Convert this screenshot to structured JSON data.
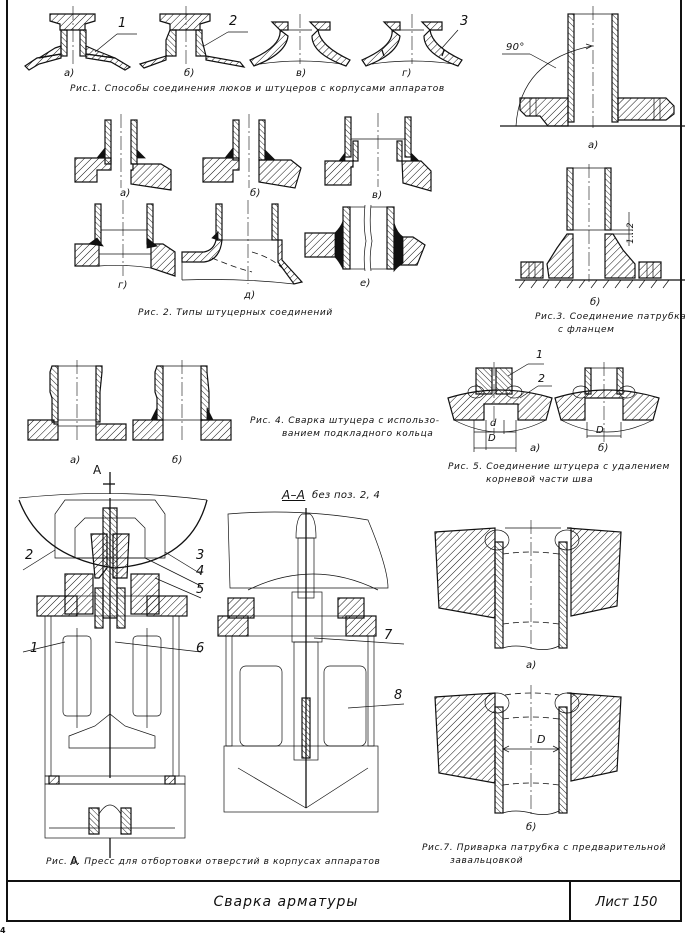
{
  "document": {
    "sheet_title": "Сварка арматуры",
    "sheet_number": "Лист 150",
    "corner_mark": "4"
  },
  "figures": {
    "fig1": {
      "caption": "Рис.1. Способы соединения люков и штуцеров с корпусами аппаратов",
      "subfigures": [
        "а)",
        "б)",
        "в)",
        "г)"
      ],
      "callouts": [
        "1",
        "2",
        "3"
      ]
    },
    "fig2": {
      "caption": "Рис. 2. Типы штуцерных соединений",
      "subfigures": [
        "а)",
        "б)",
        "в)",
        "г)",
        "д)",
        "е)"
      ]
    },
    "fig3": {
      "caption_line1": "Рис.3. Соединение патрубка",
      "caption_line2": "с фланцем",
      "subfigures": [
        "а)",
        "б)"
      ],
      "angle_label": "90°",
      "gap_label": "1...2"
    },
    "fig4": {
      "caption_line1": "Рис. 4. Сварка штуцера с использо-",
      "caption_line2": "ванием подкладного кольца",
      "subfigures": [
        "а)",
        "б)"
      ]
    },
    "fig5": {
      "caption_line1": "Рис. 5. Соединение штуцера с удалением",
      "caption_line2": "корневой части шва",
      "subfigures": [
        "а)",
        "б)"
      ],
      "callouts": [
        "1",
        "2"
      ],
      "dim_small": "d",
      "dim_large": "D"
    },
    "fig6": {
      "caption": "Рис. 6. Пресс для отбортовки отверстий в корпусах аппаратов",
      "section_mark": "А",
      "section_title": "А–А",
      "section_note": "без поз. 2, 4",
      "callouts": [
        "1",
        "2",
        "3",
        "4",
        "5",
        "6",
        "7",
        "8"
      ]
    },
    "fig7": {
      "caption_line1": "Рис.7. Приварка патрубка с предварительной",
      "caption_line2": "завальцовкой",
      "subfigures": [
        "а)",
        "б)"
      ],
      "dim_label": "D"
    }
  }
}
